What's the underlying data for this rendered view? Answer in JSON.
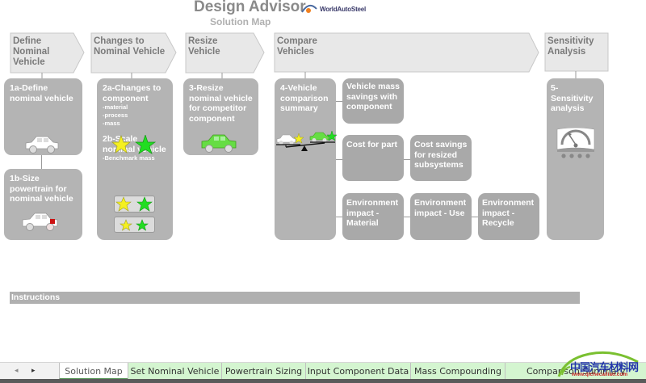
{
  "header": {
    "title": "Design Advisor",
    "subtitle": "Solution Map",
    "logo_text": "WorldAutoSteel"
  },
  "stages": [
    {
      "label_l1": "Define",
      "label_l2": "Nominal",
      "label_l3": "Vehicle"
    },
    {
      "label_l1": "Changes to",
      "label_l2": "Nominal Vehicle"
    },
    {
      "label_l1": "Resize",
      "label_l2": "Vehicle"
    },
    {
      "label_l1": "Compare",
      "label_l2": "Vehicles"
    },
    {
      "label_l1": "Sensitivity",
      "label_l2": "Analysis"
    }
  ],
  "steps": {
    "s1a": "1a-Define nominal vehicle",
    "s1b": "1b-Size powertrain for nominal vehicle",
    "s2a": "2a-Changes to component",
    "s2a_items": [
      "-material",
      "-process",
      "-mass"
    ],
    "s2b": "2b-Scale nominal vehicle",
    "s2b_item": "-Benchmark  mass",
    "s3": "3-Resize nominal vehicle for competitor component",
    "s4": "4-Vehicle comparison summary",
    "s4_mass": "Vehicle mass savings with component",
    "s4_cost": "Cost for part",
    "s4_cost_savings": "Cost savings for resized subsystems",
    "s4_env_material": "Environment impact - Material",
    "s4_env_use": "Environment impact - Use",
    "s4_env_recycle": "Environment impact - Recycle",
    "s5": "5- Sensitivity analysis"
  },
  "instructions": {
    "label": "Instructions"
  },
  "sheet_tabs": {
    "nav_prev": "◂",
    "nav_next": "▸",
    "tabs": [
      {
        "label": "Solution Map",
        "active": true
      },
      {
        "label": "Set Nominal Vehicle",
        "active": false
      },
      {
        "label": "Powertrain Sizing",
        "active": false
      },
      {
        "label": "Input Component Data",
        "active": false
      },
      {
        "label": "Mass Compounding",
        "active": false
      },
      {
        "label": "Comparison Summary",
        "active": false
      }
    ]
  },
  "watermark": {
    "text_cn": "中国汽车材料网",
    "url": "www.qichecailiao.com"
  },
  "colors": {
    "box": "#b4b4b4",
    "chevron": "#e8e8e8",
    "tab_bg": "#d4f5d0",
    "star_yellow": "#f5f020",
    "star_green": "#22dd22",
    "car_green": "#66dd44"
  }
}
